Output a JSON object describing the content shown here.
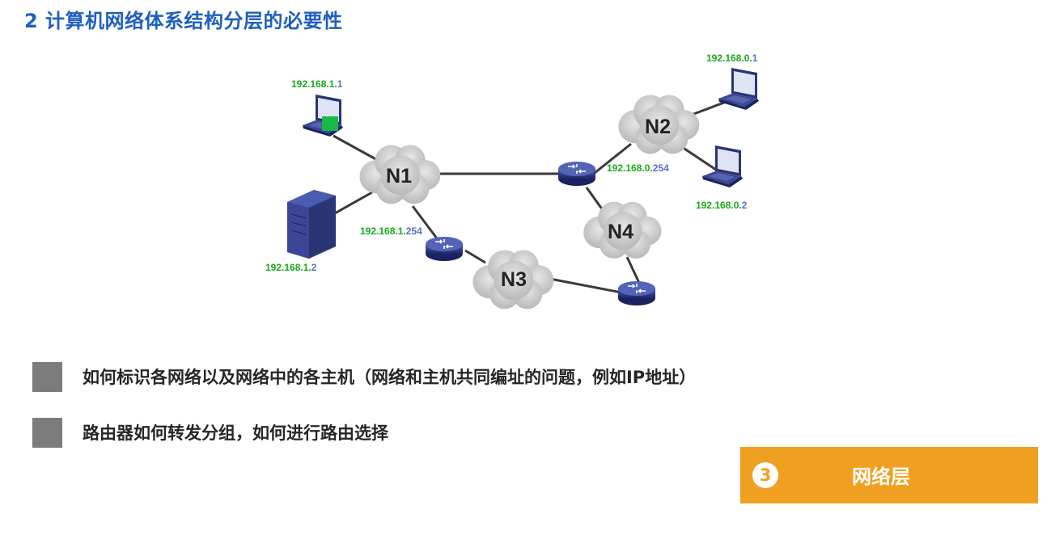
{
  "title": "2 计算机网络体系结构分层的必要性",
  "diagram": {
    "networks": [
      "N1",
      "N2",
      "N3",
      "N4"
    ],
    "ip_labels": {
      "host_a": {
        "prefix": "192.168.1.",
        "suffix": "1"
      },
      "host_b": {
        "prefix": "192.168.1.",
        "suffix": "2"
      },
      "router_n1": {
        "prefix": "192.168.1.",
        "suffix": "254"
      },
      "host_c": {
        "prefix": "192.168.0.",
        "suffix": "1"
      },
      "host_d": {
        "prefix": "192.168.0.",
        "suffix": "2"
      },
      "router_n2": {
        "prefix": "192.168.0.",
        "suffix": "254"
      }
    },
    "colors": {
      "ip_prefix": "#19a819",
      "ip_suffix": "#5a6fbf",
      "line": "#3a3a3a",
      "cloud": "#c4c4c4",
      "router": "#2c3a8c"
    }
  },
  "bullets": [
    "如何标识各网络以及网络中的各主机（网络和主机共同编址的问题，例如IP地址）",
    "路由器如何转发分组，如何进行路由选择"
  ],
  "layer": {
    "number": "3",
    "name": "网络层",
    "color": "#f0a020"
  }
}
